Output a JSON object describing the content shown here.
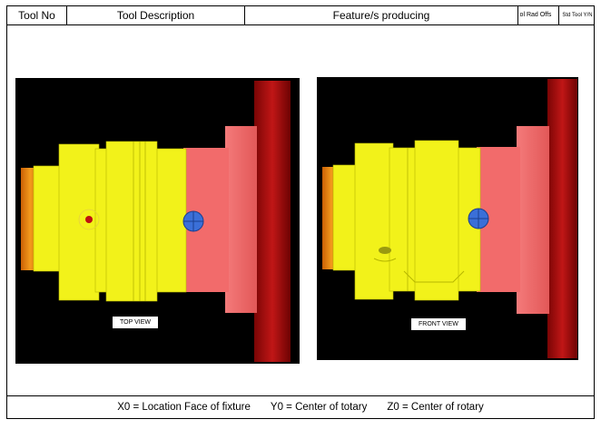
{
  "header": {
    "tool_no": "Tool No",
    "tool_description": "Tool Description",
    "features": "Feature/s producing",
    "tool_rad_offset": "ol Rad Offs",
    "std_tool": "Std Tool Y/N"
  },
  "views": {
    "top_view_label": "TOP VIEW",
    "front_view_label": "FRONT  VIEW"
  },
  "footer": {
    "x0": "X0 = Location Face of fixture",
    "y0": "Y0 = Center of totary",
    "z0": "Z0 = Center of rotary"
  },
  "colors": {
    "background": "#000000",
    "part_yellow": "#f2f21a",
    "fixture_pink": "#f26b6b",
    "flange_red": "#b31111",
    "stub_orange": "#f0820e",
    "origin_marker": "#3a6fd8"
  },
  "icons": [
    "origin-marker-icon",
    "hole-feature-icon"
  ]
}
